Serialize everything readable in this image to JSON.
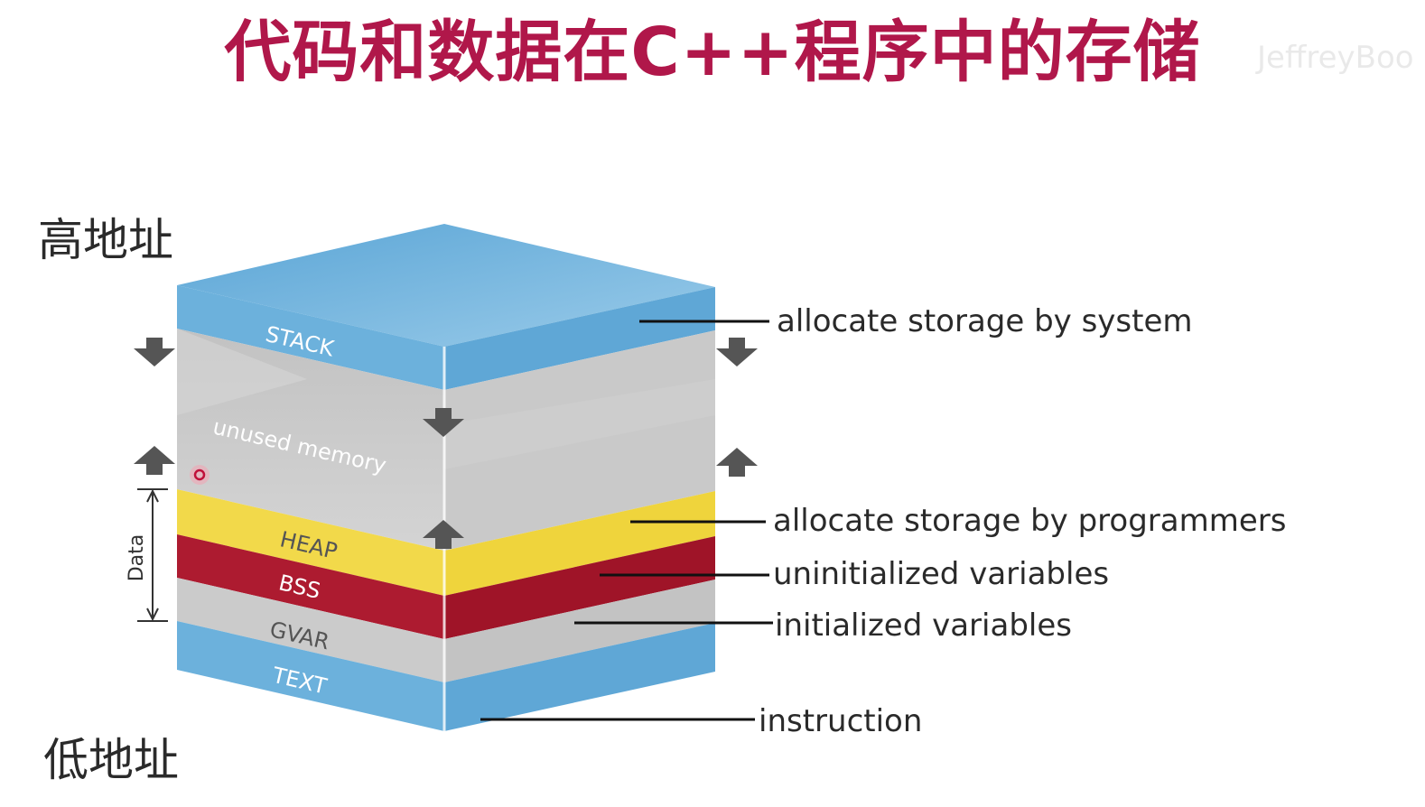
{
  "title": "代码和数据在C++程序中的存储",
  "watermark": "JeffreyBoo",
  "address": {
    "high": "高地址",
    "low": "低地址"
  },
  "segments": [
    {
      "label": "STACK",
      "color": "#72b4dc"
    },
    {
      "label": "unused memory",
      "color": "#c6c6c6"
    },
    {
      "label": "HEAP",
      "color": "#f1d84a"
    },
    {
      "label": "BSS",
      "color": "#a7182e"
    },
    {
      "label": "GVAR",
      "color": "#c6c6c6"
    },
    {
      "label": "TEXT",
      "color": "#72b4dc"
    }
  ],
  "data_bracket_label": "Data",
  "annotations": {
    "stack": "allocate storage by system",
    "heap": "allocate storage by programmers",
    "bss": "uninitialized variables",
    "gvar": "initialized variables",
    "text": "instruction"
  },
  "colors": {
    "title": "#b0174a",
    "text": "#2a2a2a",
    "arrow": "#555555"
  }
}
